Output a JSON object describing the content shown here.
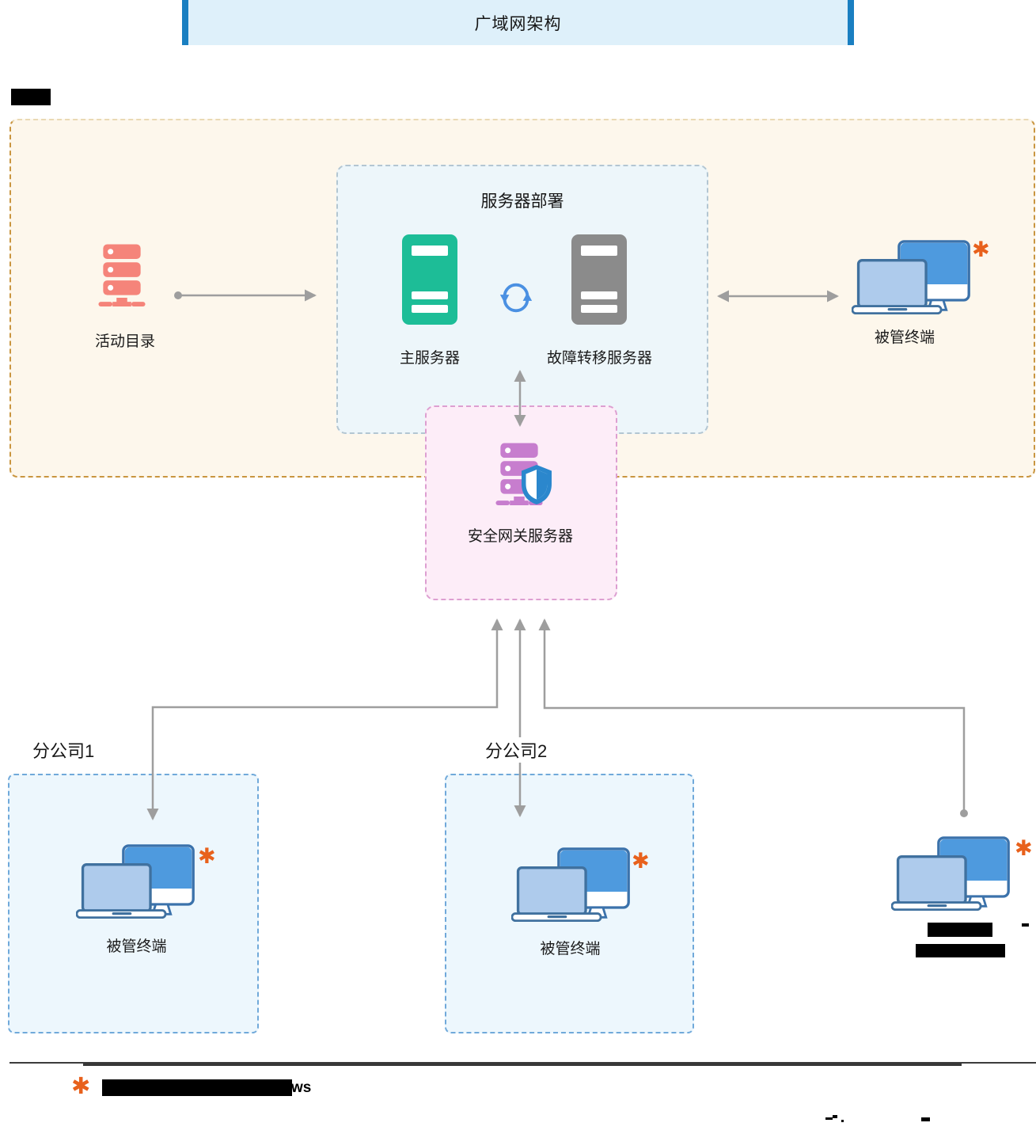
{
  "banner": {
    "title": "广域网架构"
  },
  "hq": {
    "server_box": {
      "title": "服务器部署",
      "main_server_label": "主服务器",
      "failover_server_label": "故障转移服务器"
    },
    "active_directory_label": "活动目录",
    "terminal": {
      "label": "被管终端",
      "asterisk": "✱"
    }
  },
  "gateway": {
    "label": "安全网关服务器"
  },
  "branch1": {
    "title": "分公司1",
    "terminal": {
      "label": "被管终端",
      "asterisk": "✱"
    }
  },
  "branch2": {
    "title": "分公司2",
    "terminal": {
      "label": "被管终端",
      "asterisk": "✱"
    }
  },
  "remote": {
    "asterisk": "✱"
  },
  "footnote": {
    "marker": "✱",
    "text_fragment": "ws"
  },
  "icons": {
    "active_directory": "rack-server-icon",
    "main_server": "tower-server-icon",
    "failover_server": "tower-server-icon",
    "sync": "sync-arrows-icon",
    "managed_terminal": "desktop-and-laptop-icon",
    "gateway": "rack-server-with-shield-icon"
  },
  "colors": {
    "banner_bg": "#def0fa",
    "banner_bar": "#1a7fc1",
    "hq_bg": "#fdf7ec",
    "hq_border": "#c9953f",
    "server_box_bg": "#edf6fa",
    "gateway_box_bg": "#fdedf8",
    "branch_box_bg": "#edf7fd",
    "branch_border": "#70a9da",
    "main_server": "#1dbd97",
    "failover_server": "#8b8b8b",
    "active_directory": "#f5847a",
    "gateway_server": "#c77dce",
    "shield": "#2b87cd",
    "monitor": "#4e9ade",
    "laptop": "#aecbec",
    "sync": "#4a90e2",
    "arrow": "#9e9e9e",
    "asterisk": "#e8611c"
  }
}
